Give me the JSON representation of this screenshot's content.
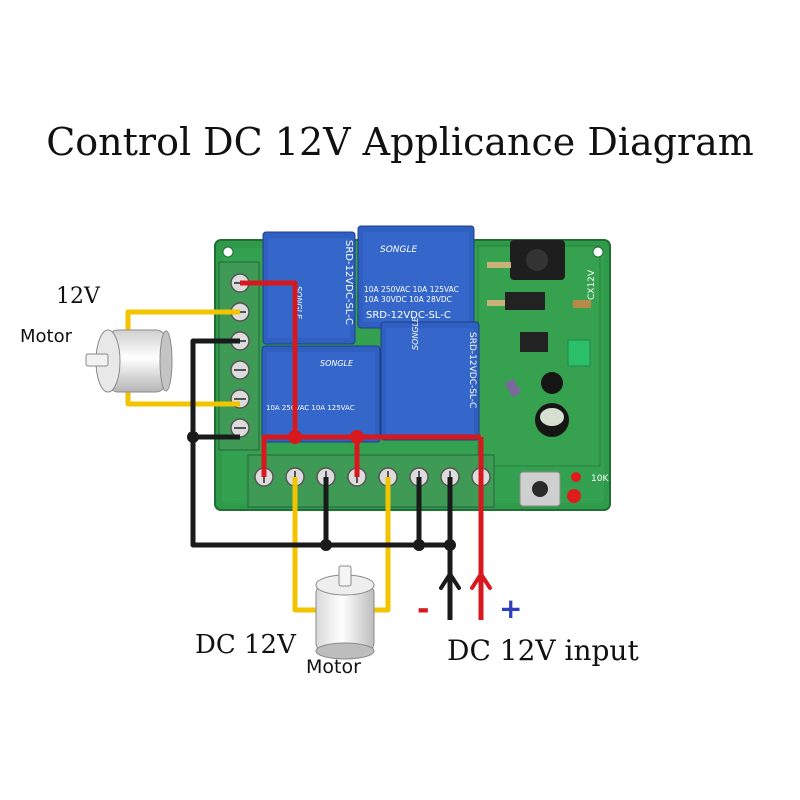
{
  "title": "Control DC 12V Applicance Diagram",
  "motor_left": {
    "voltage": "12V",
    "label": "Motor"
  },
  "motor_bottom": {
    "voltage": "DC 12V",
    "label": "Motor"
  },
  "input": {
    "label": "DC 12V input",
    "minus": "-",
    "plus": "+"
  },
  "relay_text": {
    "brand": "SONGLE",
    "model": "SRD-12VDC-SL-C",
    "rating1": "10A 250VAC 10A 125VAC",
    "rating2": "10A 30VDC 10A 28VDC"
  },
  "board_marks": {
    "resistor": "10K",
    "module": "CX12V"
  },
  "colors": {
    "board": "#2e9a4a",
    "terminal": "#3f9a55",
    "relay": "#2f5fc0",
    "wire_red": "#d7191f",
    "wire_yellow": "#f2c400",
    "wire_black": "#1a1a1a",
    "minus_sign": "#d7191f",
    "plus_sign": "#2c3fbf"
  }
}
